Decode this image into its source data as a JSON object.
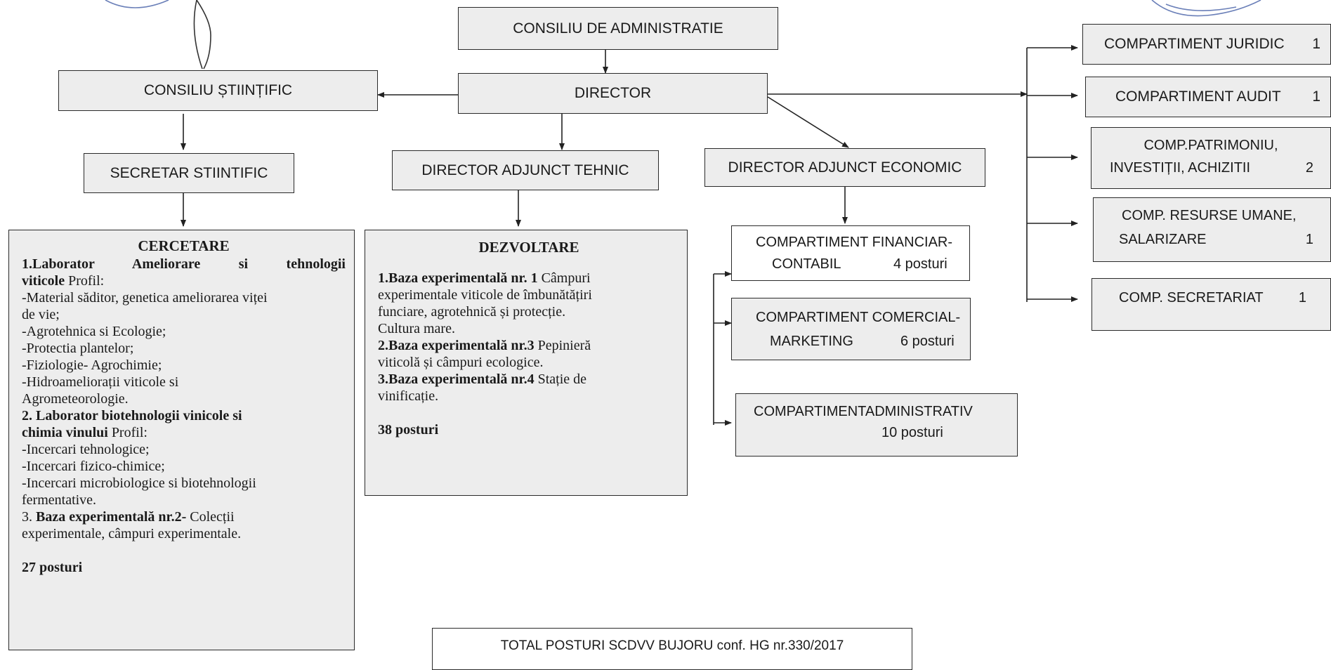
{
  "consiliu_administratie": "CONSILIU DE ADMINISTRATIE",
  "director": "DIRECTOR",
  "consiliu_stiintific": "CONSILIU ȘTIINȚIFIC",
  "secretar_stiintific": "SECRETAR STIINTIFIC",
  "director_adjunct_tehnic": "DIRECTOR ADJUNCT TEHNIC",
  "director_adjunct_economic": "DIRECTOR ADJUNCT ECONOMIC",
  "compartimente": [
    {
      "name": "COMPARTIMENT JURIDIC",
      "count": "1"
    },
    {
      "name": "COMPARTIMENT AUDIT",
      "count": "1"
    },
    {
      "line1": "COMP.PATRIMONIU,",
      "line2": "INVESTIȚII, ACHIZITII",
      "count": "2"
    },
    {
      "line1": "COMP. RESURSE UMANE,",
      "line2": "SALARIZARE",
      "count": "1"
    },
    {
      "name": "COMP. SECRETARIAT",
      "count": "1"
    }
  ],
  "economic_sub": [
    {
      "line1": "COMPARTIMENT FINANCIAR-",
      "line2a": "CONTABIL",
      "line2b": "4 posturi"
    },
    {
      "line1": "COMPARTIMENT COMERCIAL-",
      "line2a": "MARKETING",
      "line2b": "6 posturi"
    },
    {
      "line1": "COMPARTIMENTADMINISTRATIV",
      "line2b": "10 posturi"
    }
  ],
  "cercetare": {
    "title": "CERCETARE",
    "l1_bold": "1.Laborator Ameliorare si tehnologii",
    "l2_bold": "viticole",
    "l2_rest": " Profil:",
    "l3": "-Material săditor, genetica ameliorarea viței",
    "l4": "de vie;",
    "l5": "-Agrotehnica si Ecologie;",
    "l6": "-Protectia plantelor;",
    "l7": "-Fiziologie- Agrochimie;",
    "l8": "-Hidroameliorații viticole si",
    "l9": "Agrometeorologie.",
    "l10_bold": "2. Laborator biotehnologii vinicole si",
    "l11_bold": "chimia vinului",
    "l11_rest": " Profil:",
    "l12": "-Incercari tehnologice;",
    "l13": "-Incercari fizico-chimice;",
    "l14": "-Incercari microbiologice si biotehnologii",
    "l15": "fermentative.",
    "l16_pre": "3. ",
    "l16_bold": "Baza experimentală nr.2-",
    "l16_rest": " Colecții",
    "l17": "experimentale, câmpuri experimentale.",
    "posturi": "27 posturi"
  },
  "dezvoltare": {
    "title": "DEZVOLTARE",
    "l1_bold": "1.Baza experimentală nr. 1",
    "l1_rest": " Câmpuri",
    "l2": "experimentale viticole de îmbunătățiri",
    "l3": "funciare, agrotehnică și protecție.",
    "l4": "Cultura mare.",
    "l5_bold": "2.Baza experimentală nr.3",
    "l5_rest": " Pepinieră",
    "l6": "viticolă și câmpuri ecologice.",
    "l7_bold": "3.Baza experimentală nr.4",
    "l7_rest": " Stație de",
    "l8": "vinificație.",
    "posturi": "38 posturi"
  },
  "total": "TOTAL POSTURI SCDVV BUJORU conf. HG nr.330/2017"
}
